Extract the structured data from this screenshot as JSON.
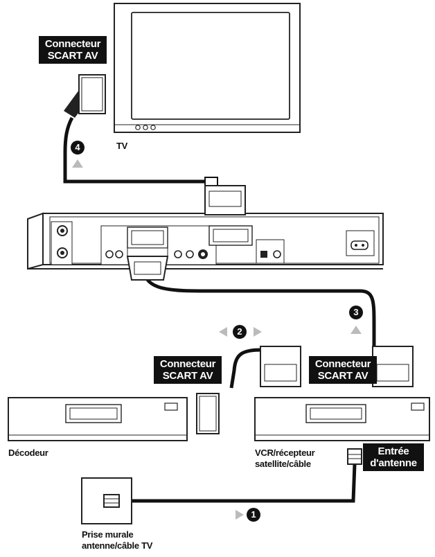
{
  "labels": {
    "scart_tv": [
      "Connecteur",
      "SCART AV"
    ],
    "scart_decoder": [
      "Connecteur",
      "SCART AV"
    ],
    "scart_vcr": [
      "Connecteur",
      "SCART AV"
    ],
    "antenna_input": [
      "Entrée",
      "d'antenne"
    ],
    "tv": "TV",
    "decoder": "Décodeur",
    "vcr": [
      "VCR/récepteur",
      "satellite/câble"
    ],
    "wall_socket": [
      "Prise murale",
      "antenne/câble TV"
    ]
  },
  "steps": [
    "1",
    "2",
    "3",
    "4"
  ],
  "icons": {
    "arrow_up": "up-triangle",
    "arrow_right": "right-triangle",
    "arrow_left": "left-triangle"
  }
}
